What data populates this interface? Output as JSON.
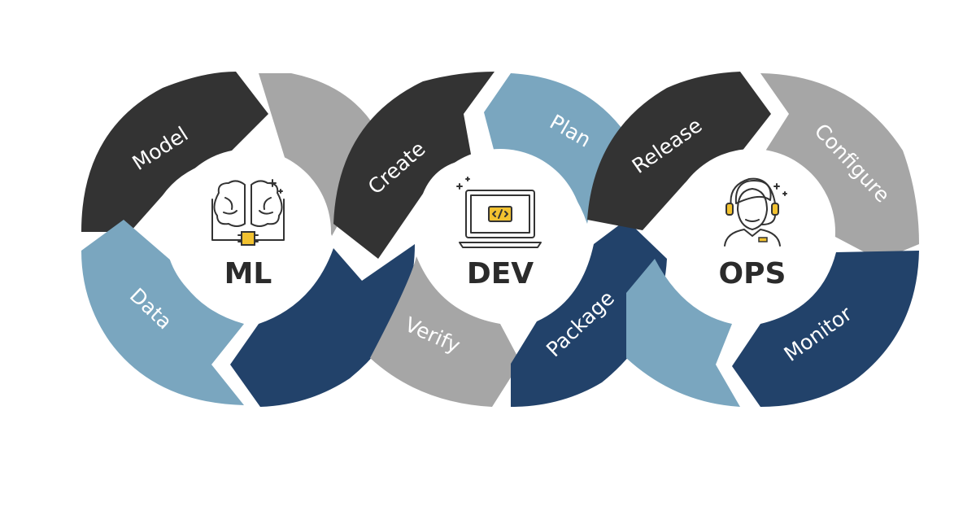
{
  "colors": {
    "dark": "#333333",
    "grey": "#a6a6a6",
    "light_blue": "#7aa6bf",
    "navy": "#22426a",
    "accent_yellow": "#f2c230",
    "hub_fill": "#ffffff",
    "hub_text": "#2b2b2b"
  },
  "hubs": [
    {
      "label": "ML",
      "icon": "brain-chip-icon"
    },
    {
      "label": "DEV",
      "icon": "laptop-code-icon"
    },
    {
      "label": "OPS",
      "icon": "support-agent-icon"
    }
  ],
  "segments": {
    "model": "Model",
    "data": "Data",
    "create": "Create",
    "verify": "Verify",
    "plan": "Plan",
    "package": "Package",
    "release": "Release",
    "configure": "Configure",
    "monitor": "Monitor"
  }
}
